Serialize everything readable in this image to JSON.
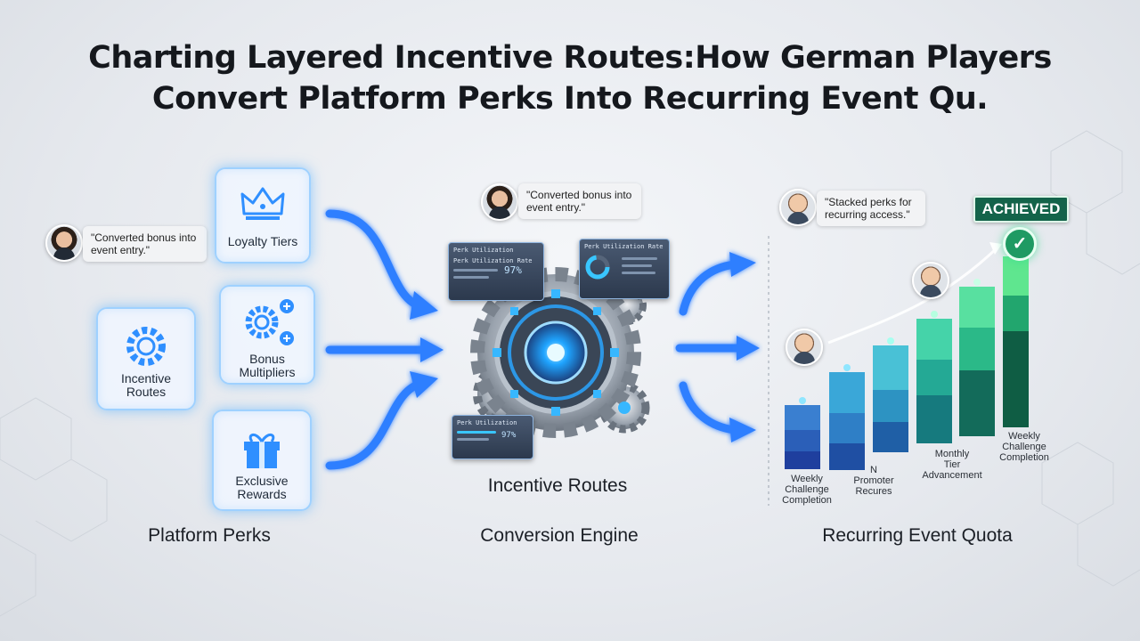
{
  "title": "Charting Layered Incentive Routes:How German Players\nConvert Platform Perks Into Recurring Event Qu.",
  "colors": {
    "accent_blue": "#2f8fff",
    "card_border": "#9fd1ff",
    "achieved_green": "#14634a"
  },
  "perks": {
    "section_label": "Platform Perks",
    "quote": "\"Converted bonus into\nevent entry.\"",
    "cards": [
      {
        "label": "Loyalty Tiers",
        "icon": "crown-icon"
      },
      {
        "label": "Bonus\nMultipliers",
        "icon": "gears-plus-icon"
      },
      {
        "label": "Incentive\nRoutes",
        "icon": "gear-icon"
      },
      {
        "label": "Exclusive\nRewards",
        "icon": "gift-icon"
      }
    ]
  },
  "engine": {
    "section_label": "Conversion Engine",
    "inner_label": "Incentive Routes",
    "quote": "\"Converted bonus into\nevent entry.\"",
    "panels": [
      {
        "title": "Perk Utilization",
        "subtitle": "Perk Utilization Rate",
        "value": "97%"
      },
      {
        "title": "Perk Utilization Rate",
        "value": ""
      },
      {
        "title": "Perk Utilization",
        "value": "97%"
      }
    ]
  },
  "quota": {
    "section_label": "Recurring Event Quota",
    "quote": "\"Stacked perks for\nrecurring access.\"",
    "badge": "ACHIEVED",
    "bar_labels": [
      "Weekly\nChallenge\nCompletion",
      "N\nPromoter\nRecures",
      "Monthly\nTier\nAdvancement",
      "Weekly\nChallenge\nCompletion"
    ]
  }
}
